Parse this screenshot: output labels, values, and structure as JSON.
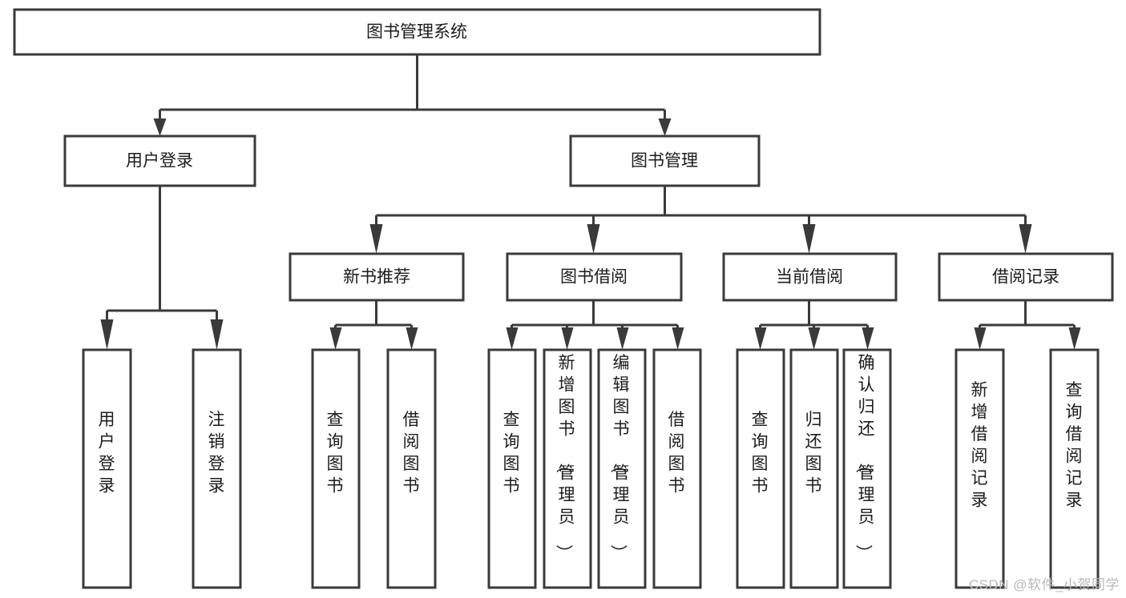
{
  "diagram": {
    "title": "图书管理系统",
    "type": "tree-hierarchy-chart",
    "colors": {
      "box_stroke": "#3a3a3a",
      "box_fill": "#ffffff",
      "connector": "#3a3a3a",
      "text": "#1c1c1c",
      "watermark": "#b9b9b9"
    },
    "root": {
      "label": "图书管理系统"
    },
    "level2": [
      {
        "label": "用户登录"
      },
      {
        "label": "图书管理"
      }
    ],
    "level3": [
      {
        "label": "新书推荐"
      },
      {
        "label": "图书借阅"
      },
      {
        "label": "当前借阅"
      },
      {
        "label": "借阅记录"
      }
    ],
    "leaves": {
      "user_login": [
        {
          "label": "用户登录"
        },
        {
          "label": "注销登录"
        }
      ],
      "new_book_recommend": [
        {
          "label": "查询图书"
        },
        {
          "label": "借阅图书"
        }
      ],
      "book_borrow": [
        {
          "label": "查询图书"
        },
        {
          "label": "新增图书（管理员）"
        },
        {
          "label": "编辑图书（管理员）"
        },
        {
          "label": "借阅图书"
        }
      ],
      "current_borrow": [
        {
          "label": "查询图书"
        },
        {
          "label": "归还图书"
        },
        {
          "label": "确认归还（管理员）"
        }
      ],
      "borrow_record": [
        {
          "label": "新增借阅记录"
        },
        {
          "label": "查询借阅记录"
        }
      ]
    }
  },
  "watermark": {
    "text": "CSDN @软件_小贺同学"
  }
}
